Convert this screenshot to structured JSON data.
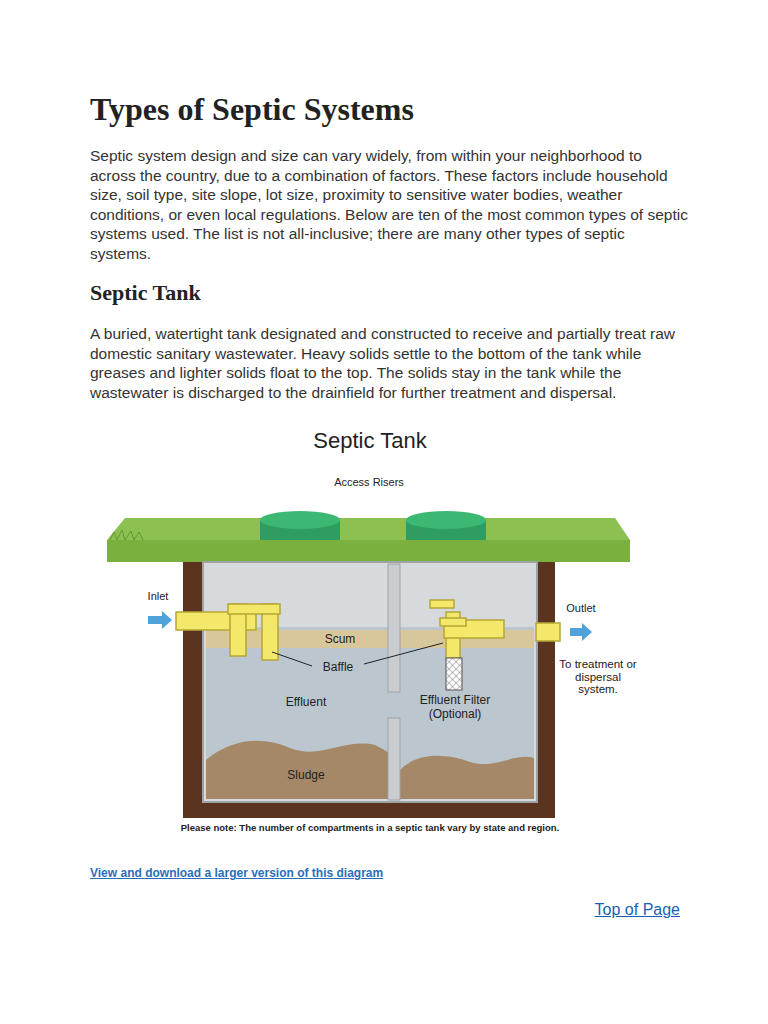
{
  "diagram": {
    "title": "Types of Septic Systems",
    "labels": [
      "Septic system design and size can vary widely, from within your neighborhood to across the country, due to a combination of factors. These factors include household size, soil type, site slope, lot size, proximity to sensitive water bodies, weather conditions, or even local regulations. Below are ten of the most common types of septic systems used. The list is not all-inclusive; there are many other types of septic systems.",
      "Septic Tank",
      "A buried, watertight tank designated and constructed to receive and partially treat raw domestic sanitary wastewater. Heavy solids settle to the bottom of the tank while greases and lighter solids float to the top. The solids stay in the tank while the wastewater is discharged to the drainfield for further treatment and dispersal.",
      "Septic Tank",
      "Access Risers",
      "Inlet",
      "Outlet",
      "Scum",
      "Baffle",
      "Effluent",
      "Effluent Filter (Optional)",
      "Sludge",
      "To treatment or dispersal system.",
      "Please note: The number of compartments in a septic tank vary by state and region.",
      "View and download a larger version of this diagram",
      "Top of Page"
    ]
  }
}
